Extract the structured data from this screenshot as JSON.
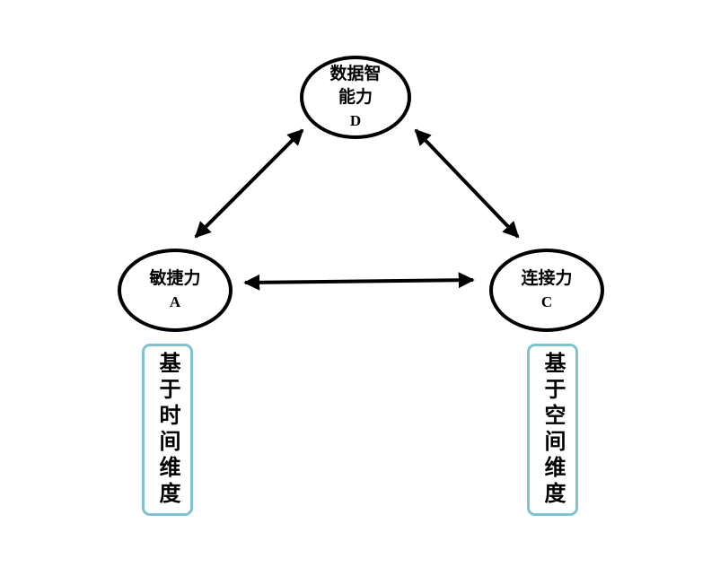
{
  "colors": {
    "background": "#ffffff",
    "node_stroke": "#000000",
    "arrow": "#000000",
    "dimension_box_border": "#7fc2d2",
    "text": "#000000"
  },
  "nodes": {
    "top": {
      "title_line1": "数据智",
      "title_line2": "能力",
      "letter": "D"
    },
    "left": {
      "title_line1": "敏捷力",
      "letter": "A"
    },
    "right": {
      "title_line1": "连接力",
      "letter": "C"
    }
  },
  "dimension_boxes": {
    "left": {
      "text": "基于时间维度"
    },
    "right": {
      "text": "基于空间维度"
    }
  }
}
